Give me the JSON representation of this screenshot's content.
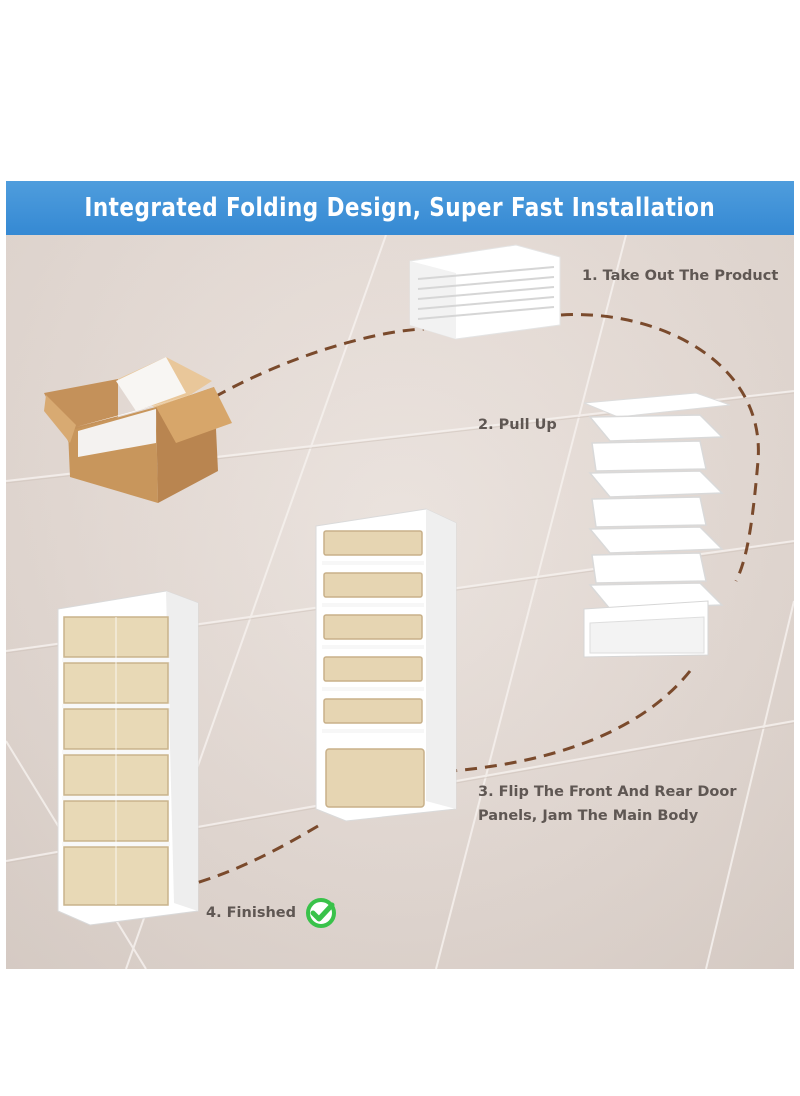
{
  "banner": {
    "title": "Integrated Folding Design, Super Fast Installation"
  },
  "steps": [
    {
      "label": "1. Take Out The Product"
    },
    {
      "label": "2. Pull Up"
    },
    {
      "label": "3. Flip The Front And Rear Door Panels, Jam The Main Body",
      "line1": "3. Flip The Front And Rear Door",
      "line2": "Panels, Jam The Main Body"
    },
    {
      "label": "4. Finished"
    }
  ],
  "icons": {
    "cardboard_box": "cardboard-box-icon",
    "folded_cabinet": "folded-cabinet-icon",
    "pulled_cabinet": "pulled-up-cabinet-icon",
    "flipped_cabinet": "flipped-cabinet-icon",
    "finished_cabinet": "finished-cabinet-icon",
    "check": "green-check-icon"
  },
  "colors": {
    "banner": "#3a8cd6",
    "banner_text": "#ffffff",
    "floor": "#e3d9d3",
    "path": "#7a4a2c",
    "box": "#c99a5e",
    "cabinet": "#ffffff",
    "door": "#e4d2ac",
    "check": "#39c24a"
  }
}
